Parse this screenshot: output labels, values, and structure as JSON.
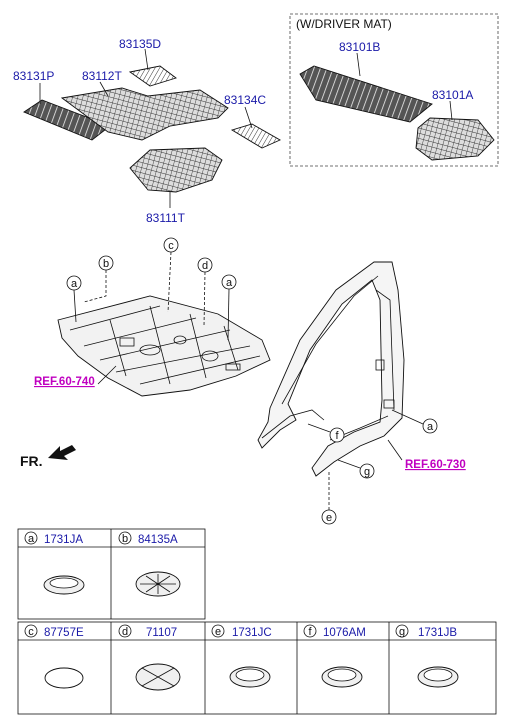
{
  "top_parts": {
    "p83135D": "83135D",
    "p83131P": "83131P",
    "p83112T": "83112T",
    "p83134C": "83134C",
    "p83111T": "83111T"
  },
  "driver_mat": {
    "title": "(W/DRIVER MAT)",
    "p83101B": "83101B",
    "p83101A": "83101A"
  },
  "floor": {
    "c_a1": "a",
    "c_b": "b",
    "c_c": "c",
    "c_d": "d",
    "c_a2": "a",
    "ref": "REF.60-740"
  },
  "body": {
    "c_a": "a",
    "c_f": "f",
    "c_g": "g",
    "c_e": "e",
    "ref": "REF.60-730"
  },
  "fr_label": "FR.",
  "table": {
    "row1": [
      {
        "code": "a",
        "part": "1731JA",
        "icon": "round-plug-icon"
      },
      {
        "code": "b",
        "part": "84135A",
        "icon": "cross-plug-icon"
      }
    ],
    "row2": [
      {
        "code": "c",
        "part": "87757E",
        "icon": "oval-tape-icon"
      },
      {
        "code": "d",
        "part": "71107",
        "icon": "cross-plug-icon"
      },
      {
        "code": "e",
        "part": "1731JC",
        "icon": "round-plug-icon"
      },
      {
        "code": "f",
        "part": "1076AM",
        "icon": "round-plug-icon"
      },
      {
        "code": "g",
        "part": "1731JB",
        "icon": "round-plug-icon"
      }
    ]
  }
}
